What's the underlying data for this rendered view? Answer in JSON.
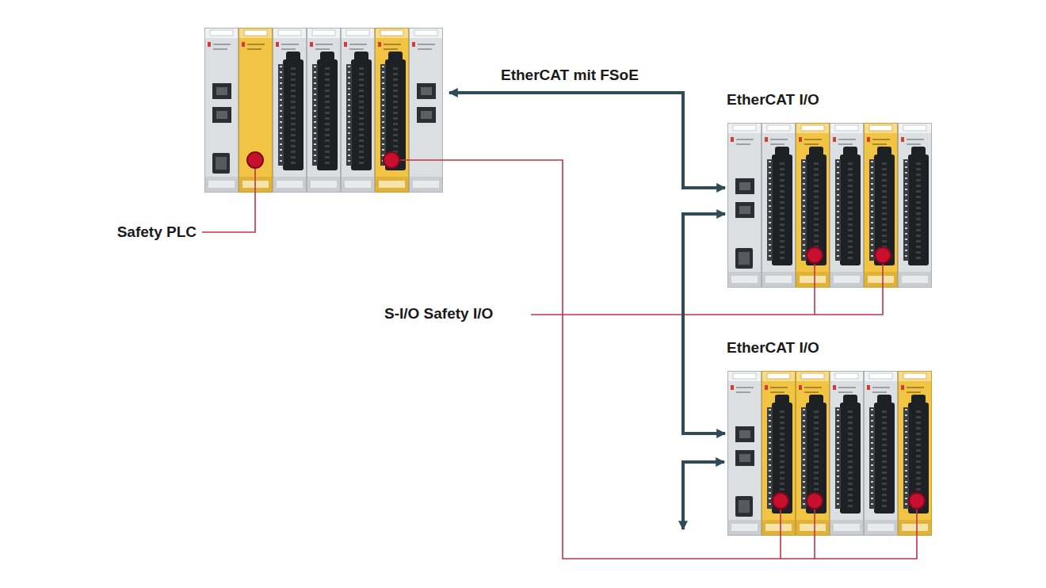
{
  "diagram": {
    "nodes": [
      {
        "text": [
          "Safety PLC"
        ]
      },
      {
        "text": [
          "EtherCAT I/O"
        ]
      },
      {
        "text": [
          "EtherCAT I/O"
        ]
      }
    ],
    "edges": [
      {
        "from": 0,
        "to": 1,
        "arrow": "both",
        "label": "EtherCAT mit FSoE"
      },
      {
        "from": 1,
        "to": 2,
        "arrow": "both"
      }
    ],
    "labels": [
      "S-I/O Safety I/O"
    ]
  }
}
